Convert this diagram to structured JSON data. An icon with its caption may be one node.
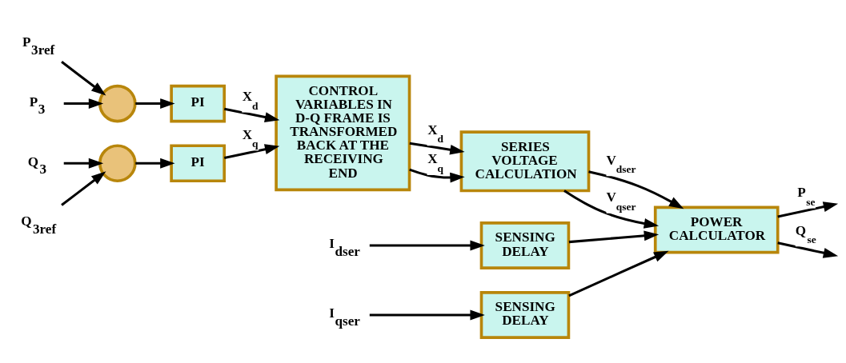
{
  "diagram": {
    "nodes": [
      {
        "text": [
          "P$_{3ref}$"
        ]
      },
      {
        "text": [],
        "shape": "circle"
      },
      {
        "text": [
          "P$_{3}$"
        ]
      },
      {
        "text": [
          "PI"
        ]
      },
      {
        "text": [
          "Q$_{3ref}$"
        ]
      },
      {
        "text": [],
        "shape": "circle"
      },
      {
        "text": [
          "Q$_{3}$"
        ]
      },
      {
        "text": [
          "PI"
        ]
      },
      {
        "text": [
          "CONTROL VARIABLES IN D-Q FRAME IS TRANSFORMED BACK AT THE RECEIVING END"
        ]
      },
      {
        "text": [
          "SERIES VOLTAGE CALCULATION"
        ]
      },
      {
        "text": [
          "I$_{dser}$"
        ]
      },
      {
        "text": [
          "SENSING DELAY"
        ]
      },
      {
        "text": [
          "I$_{qser}$"
        ]
      },
      {
        "text": [
          "SENSING DELAY"
        ]
      },
      {
        "text": [
          "POWER CALCULATOR"
        ]
      }
    ],
    "edges": [
      {
        "from": 0,
        "to": 1,
        "arrow": "to"
      },
      {
        "from": 2,
        "to": 1,
        "arrow": "to"
      },
      {
        "from": 1,
        "to": 3,
        "arrow": "to"
      },
      {
        "from": 3,
        "to": 8,
        "arrow": "to",
        "label": "X$_{d}$"
      },
      {
        "from": 4,
        "to": 5,
        "arrow": "to"
      },
      {
        "from": 6,
        "to": 5,
        "arrow": "to"
      },
      {
        "from": 5,
        "to": 7,
        "arrow": "to"
      },
      {
        "from": 7,
        "to": 8,
        "arrow": "to",
        "label": "X$_{q}$"
      },
      {
        "from": 8,
        "to": 9,
        "arrow": "to",
        "label": "X$_{d}$"
      },
      {
        "from": 8,
        "to": 9,
        "arrow": "to",
        "label": "X$_{q}$"
      },
      {
        "from": 9,
        "to": 14,
        "arrow": "to",
        "label": "V$_{dser}$"
      },
      {
        "from": 9,
        "to": 14,
        "arrow": "to",
        "label": "V$_{qser}$"
      },
      {
        "from": 10,
        "to": 11,
        "arrow": "to"
      },
      {
        "from": 12,
        "to": 13,
        "arrow": "to"
      },
      {
        "from": 11,
        "to": 14,
        "arrow": "to"
      },
      {
        "from": 13,
        "to": 14,
        "arrow": "to"
      },
      {
        "from": 14,
        "to": null,
        "arrow": "to",
        "label": "P$_{se}$"
      },
      {
        "from": 14,
        "to": null,
        "arrow": "to",
        "label": "Q$_{se}$"
      }
    ]
  }
}
